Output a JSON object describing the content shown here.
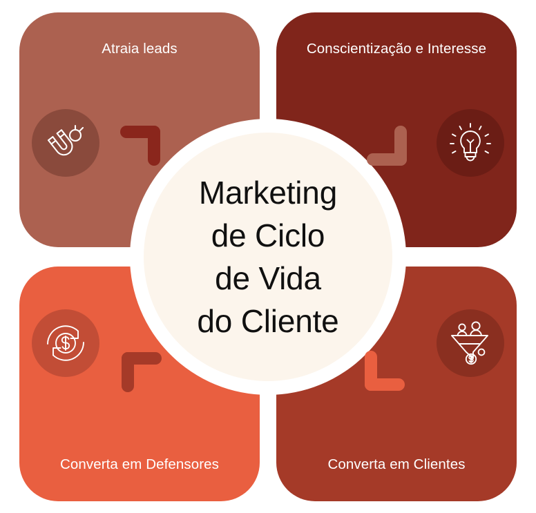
{
  "diagram": {
    "type": "cycle",
    "center_title": "Marketing\nde Ciclo\nde Vida\ndo Cliente",
    "background_color": "#ffffff",
    "center_fill": "#fcf5ec",
    "center_text_color": "#101010",
    "ring_color": "#ffffff"
  },
  "quadrants": [
    {
      "id": "attract",
      "position": "top-left",
      "label": "Atraia leads",
      "label_position": "top",
      "fill": "#ac6150",
      "badge_fill": "#8a4a3c",
      "icon": "magnet-icon",
      "icon_color": "#ffffff",
      "arrow_color": "#8a261c"
    },
    {
      "id": "awareness",
      "position": "top-right",
      "label": "Conscientização e Interesse",
      "label_position": "top",
      "fill": "#80251b",
      "badge_fill": "#6b1d15",
      "icon": "lightbulb-icon",
      "icon_color": "#ffffff",
      "arrow_color": "#ac6150"
    },
    {
      "id": "advocates",
      "position": "bottom-left",
      "label": "Converta em Defensores",
      "label_position": "bottom",
      "fill": "#e95f40",
      "badge_fill": "#c24d36",
      "icon": "dollar-recycle-icon",
      "icon_color": "#ffffff",
      "arrow_color": "#a53a28"
    },
    {
      "id": "customers",
      "position": "bottom-right",
      "label": "Converta em Clientes",
      "label_position": "bottom",
      "fill": "#a53a28",
      "badge_fill": "#8a2f20",
      "icon": "sales-funnel-icon",
      "icon_color": "#ffffff",
      "arrow_color": "#e95f40"
    }
  ]
}
